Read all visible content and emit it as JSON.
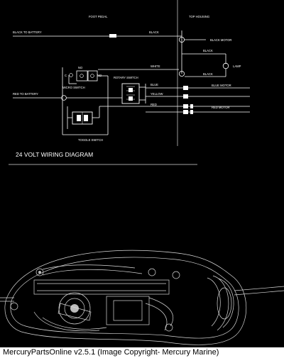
{
  "wiring": {
    "title": "24 VOLT WIRING DIAGRAM",
    "labels": {
      "foot_pedal": "FOOT PEDAL",
      "top_housing": "TOP HOUSING",
      "black_to_battery": "BLACK TO BATTERY",
      "red_to_battery": "RED TO BATTERY",
      "black_1": "BLACK",
      "black_motor_1": "BLACK MOTOR",
      "black_2": "BLACK",
      "lamp": "LAMP",
      "white": "WHITE",
      "black_3": "BLACK",
      "no_1": "NO",
      "c": "C",
      "no_2": "NO",
      "micro_switch": "MICRO SWITCH",
      "rotary_switch": "ROTARY SWITCH",
      "blue": "BLUE",
      "blue_motor": "BLUE MOTOR",
      "yellow": "YELLOW",
      "red": "RED",
      "red_motor": "RED MOTOR",
      "toggle_switch": "TOGGLE SWITCH"
    }
  },
  "footer": {
    "caption": "MercuryPartsOnline v2.5.1 (Image Copyright- Mercury Marine)"
  }
}
